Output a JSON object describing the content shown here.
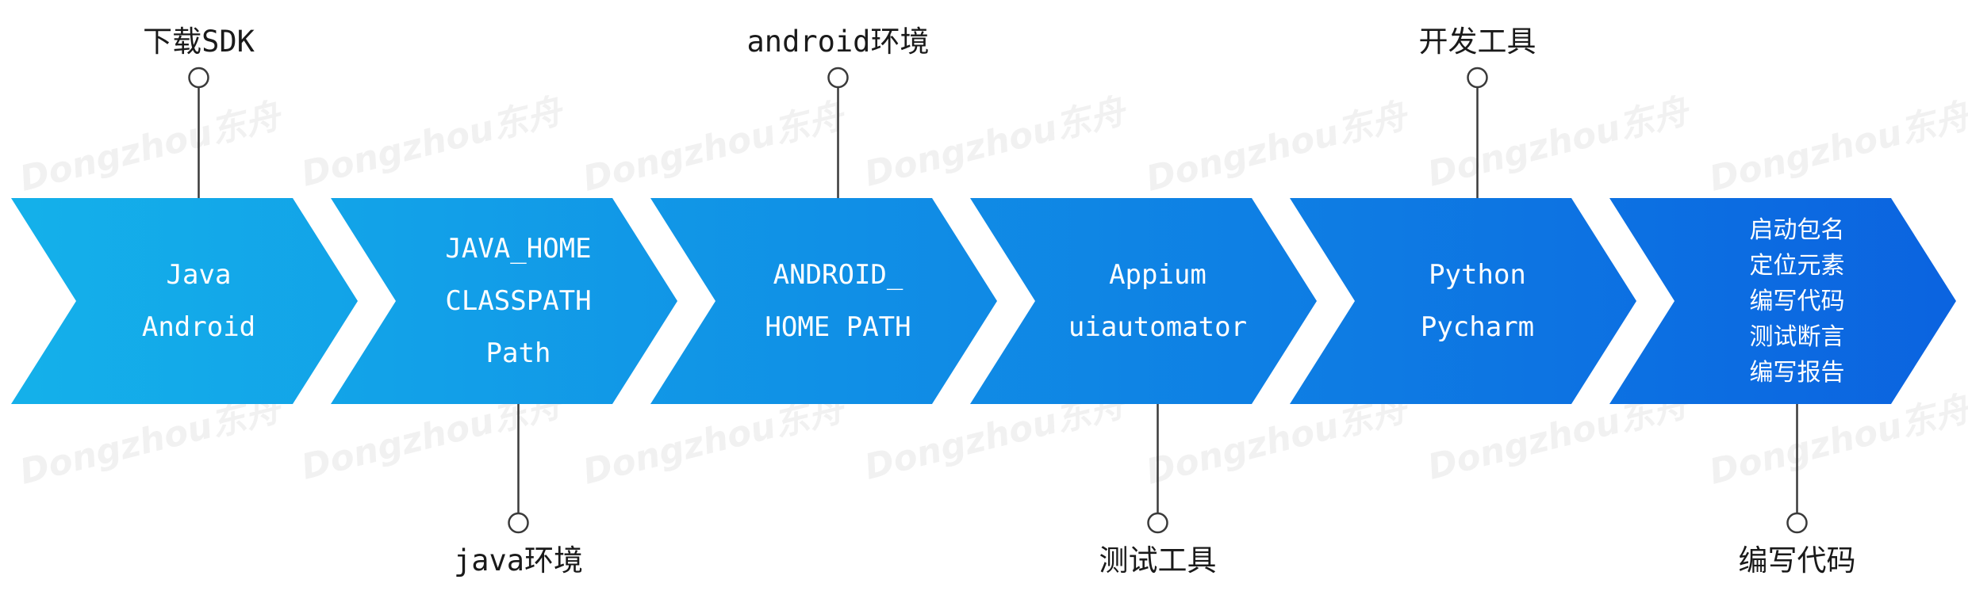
{
  "colors": {
    "gradient_start": "#14b1ea",
    "gradient_end": "#0b63e0",
    "connector": "#3a3a3a",
    "text_on_arrow": "#ffffff",
    "label_text": "#1a1a1a"
  },
  "watermark": "Dongzhou东舟",
  "chevrons": [
    {
      "lines": [
        "Java",
        "Android"
      ]
    },
    {
      "lines": [
        "JAVA_HOME",
        "CLASSPATH",
        "Path"
      ]
    },
    {
      "lines": [
        "ANDROID_",
        "HOME PATH"
      ]
    },
    {
      "lines": [
        "Appium",
        "uiautomator"
      ]
    },
    {
      "lines": [
        "Python",
        "Pycharm"
      ]
    },
    {
      "lines": [
        "启动包名",
        "定位元素",
        "编写代码",
        "测试断言",
        "编写报告"
      ]
    }
  ],
  "callouts": [
    {
      "chevron": 0,
      "position": "top",
      "label": "下载SDK"
    },
    {
      "chevron": 1,
      "position": "bottom",
      "label": "java环境"
    },
    {
      "chevron": 2,
      "position": "top",
      "label": "android环境"
    },
    {
      "chevron": 3,
      "position": "bottom",
      "label": "测试工具"
    },
    {
      "chevron": 4,
      "position": "top",
      "label": "开发工具"
    },
    {
      "chevron": 5,
      "position": "bottom",
      "label": "编写代码"
    }
  ]
}
